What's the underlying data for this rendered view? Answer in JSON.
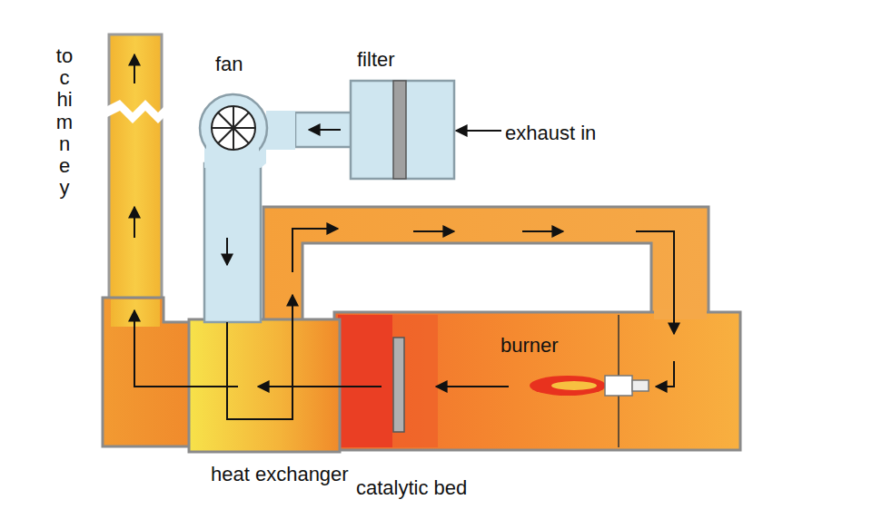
{
  "diagram": {
    "labels": [
      "to chimney",
      "fan",
      "filter",
      "exhaust in",
      "burner",
      "heat exchanger",
      "catalytic bed"
    ]
  }
}
